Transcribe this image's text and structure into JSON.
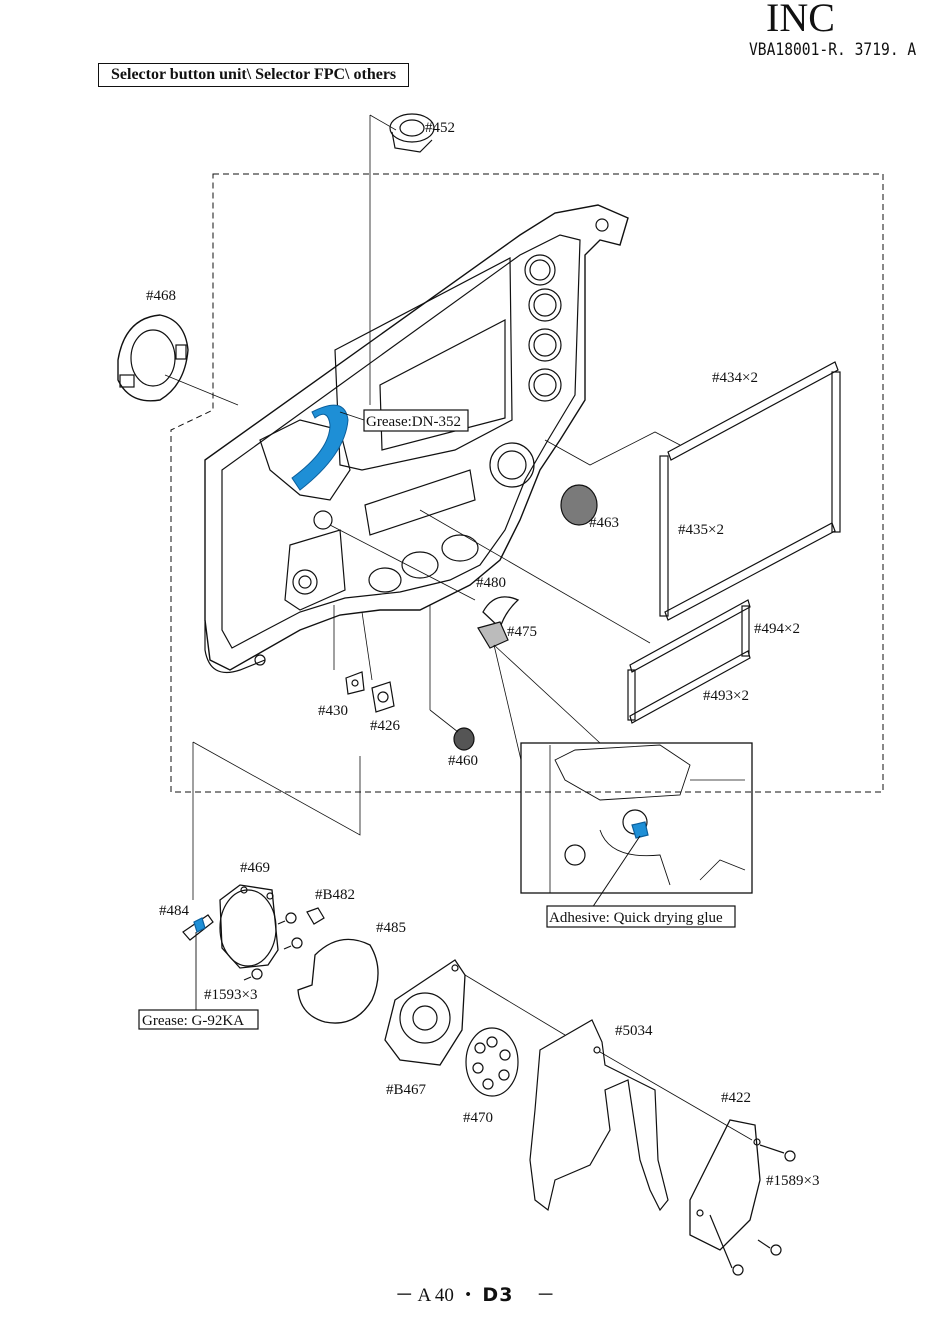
{
  "header": {
    "brand": "INC",
    "doc_code": "VBA18001-R. 3719. A"
  },
  "title": "Selector button unit\\ Selector FPC\\ others",
  "notes": {
    "grease_dn": "Grease:DN-352",
    "adhesive": "Adhesive: Quick drying glue",
    "grease_g": "Grease: G-92KA"
  },
  "parts": {
    "p452": "#452",
    "p468": "#468",
    "p434": "#434×2",
    "p435": "#435×2",
    "p463": "#463",
    "p480": "#480",
    "p475": "#475",
    "p494": "#494×2",
    "p493": "#493×2",
    "p430": "#430",
    "p426": "#426",
    "p460": "#460",
    "p469": "#469",
    "pB482": "#B482",
    "p484": "#484",
    "p485": "#485",
    "p1593": "#1593×3",
    "p5034": "#5034",
    "pB467": "#B467",
    "p470": "#470",
    "p422": "#422",
    "p1589": "#1589×3"
  },
  "footer": {
    "prefix": "－ A 40 ・",
    "model": "D3",
    "suffix": "－"
  },
  "colors": {
    "grease_highlight": "#1e8fd6",
    "line": "#111111"
  }
}
